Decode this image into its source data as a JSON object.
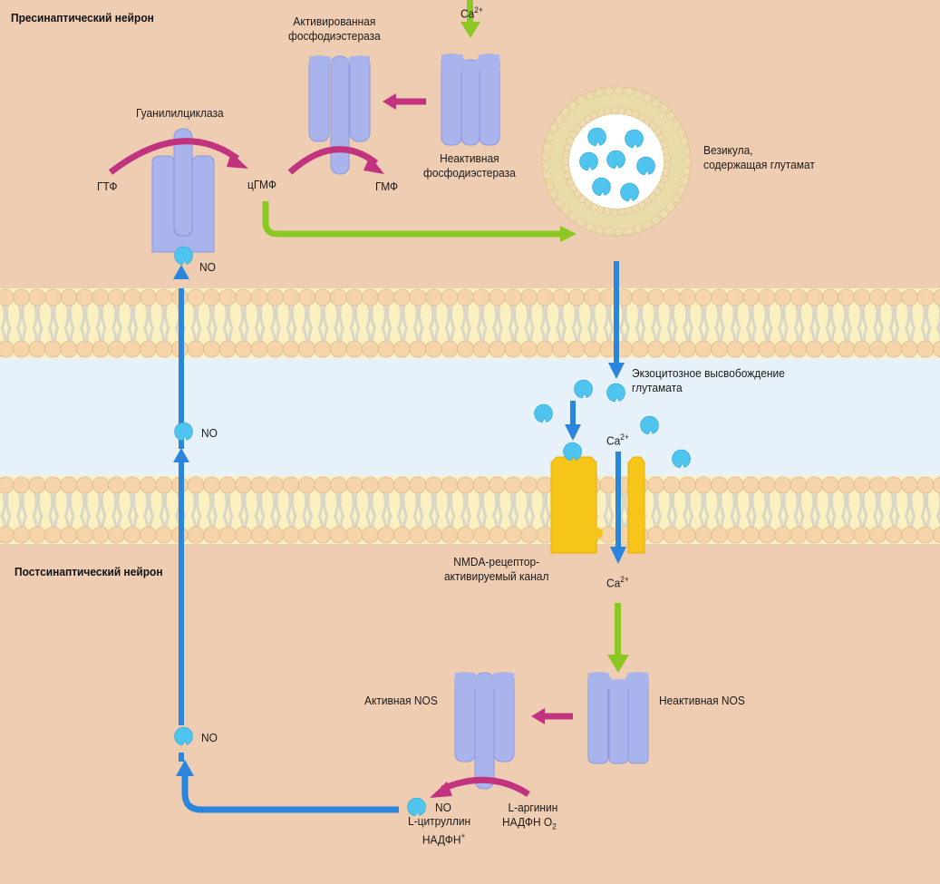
{
  "titles": {
    "presynaptic": "Пресинаптический нейрон",
    "postsynaptic": "Постсинаптический нейрон"
  },
  "labels": {
    "activated_pde": [
      "Активированная",
      "фосфодиэстераза"
    ],
    "inactive_pde": [
      "Неактивная",
      "фосфодиэстераза"
    ],
    "ca_top": "Ca",
    "ca_charge": "2+",
    "guanylyl_cyclase": "Гуанилилциклаза",
    "gtp": "ГТФ",
    "cgmp": "цГМФ",
    "gmp": "ГМФ",
    "no": "NO",
    "vesicle": [
      "Везикула,",
      "содержащая глутамат"
    ],
    "exocytosis": [
      "Экзоцитозное высвобождение",
      "глутамата"
    ],
    "ca_cleft": "Ca",
    "ca_post": "Ca",
    "nmda": [
      "NMDA-рецептор-",
      "активируемый канал"
    ],
    "active_nos": "Активная NOS",
    "inactive_nos": "Неактивная NOS",
    "l_citrulline": "L-цитруллин",
    "nadph_plus": "НАДФН",
    "plus": "+",
    "l_arginine": "L-аргинин",
    "nadph_o2": "НАДФН O",
    "o2_sub": "2"
  },
  "colors": {
    "cytoplasm": "#efcdb2",
    "cleft": "#e6f1f9",
    "membrane": "#fbf0bf",
    "lipid_head": "#f4d4a8",
    "protein": "#a9b4ec",
    "nmda_channel": "#f7c51a",
    "glutamate": "#4fc4ee",
    "arrow_blue": "#2a86dc",
    "arrow_green": "#8bc823",
    "arrow_magenta": "#c2337f"
  }
}
